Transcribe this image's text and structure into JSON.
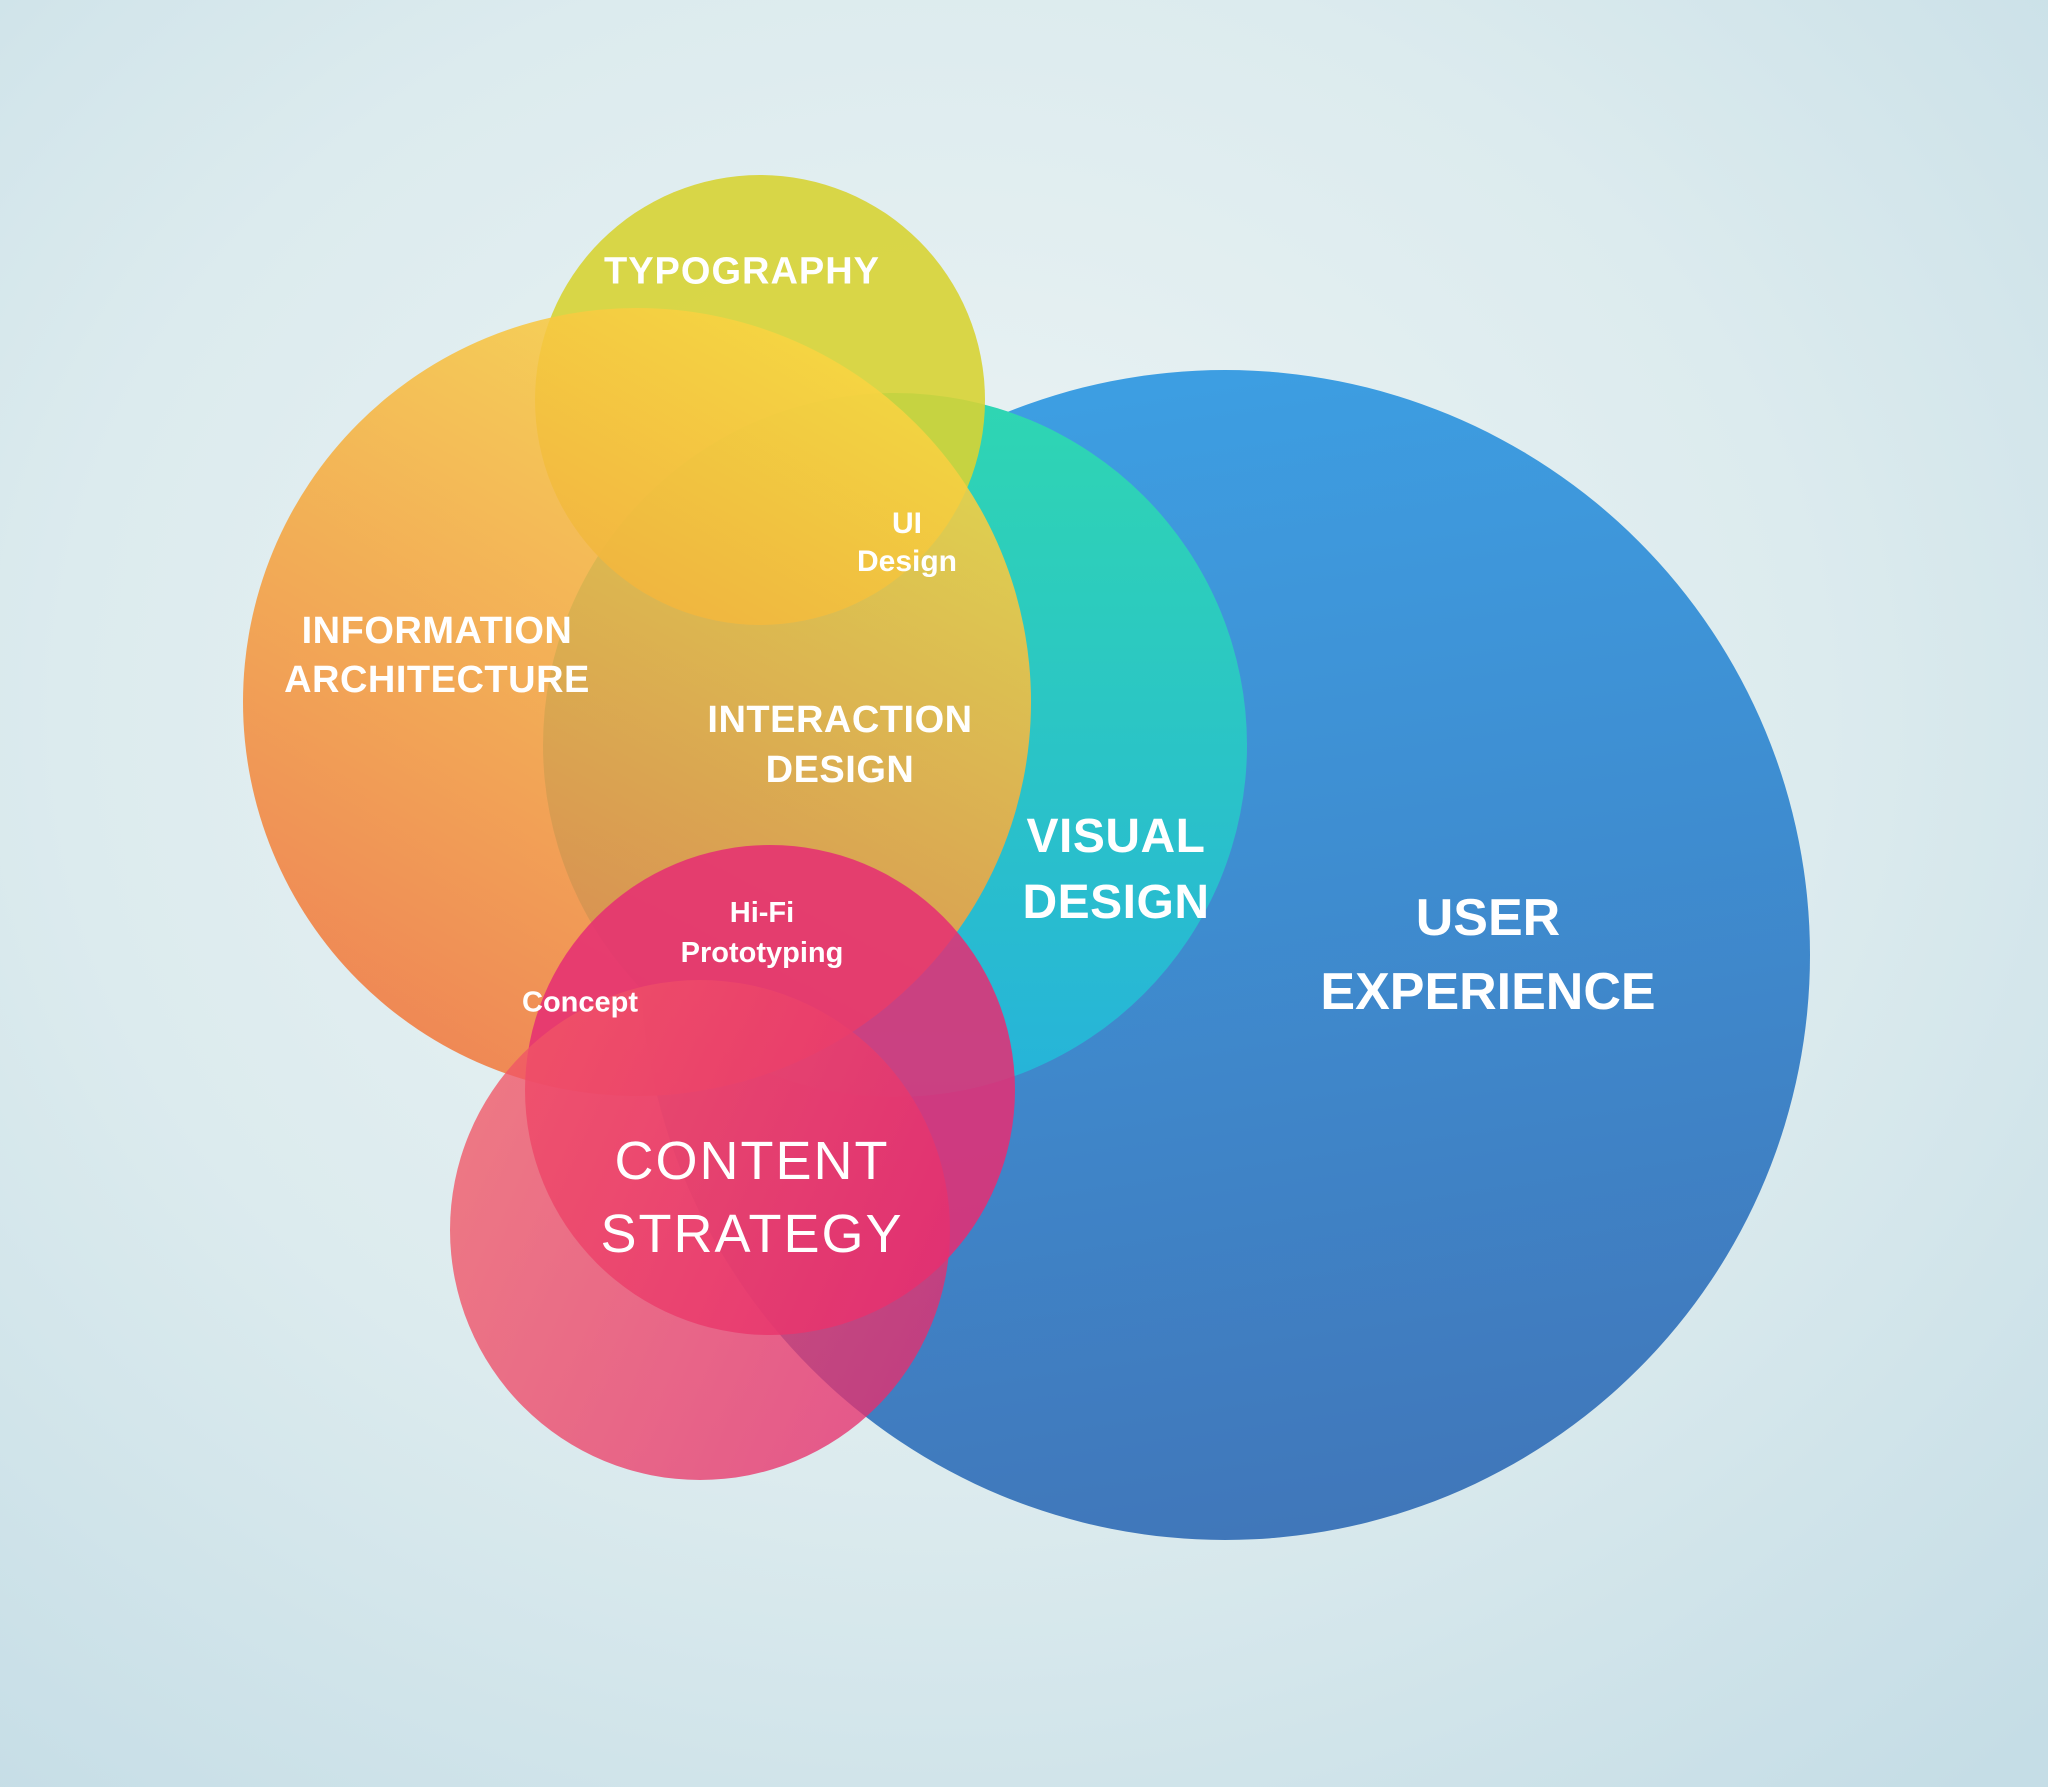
{
  "venn": {
    "text_color": "#ffffff",
    "background": {
      "center": "#edf4f5",
      "mid": "#dcebee",
      "edge": "#c5dde6"
    },
    "circles": {
      "user_experience": {
        "label_line1": "USER",
        "label_line2": "EXPERIENCE",
        "color_top": "#3d9fe3",
        "color_bottom": "#4077ba"
      },
      "visual_design": {
        "label_line1": "VISUAL",
        "label_line2": "DESIGN",
        "color_top": "#2fd6b2",
        "color_bottom": "#26b3da"
      },
      "information_architecture": {
        "label_line1": "INFORMATION",
        "label_line2": "ARCHITECTURE",
        "color_top": "#f9d441",
        "color_bottom": "#f1773e"
      },
      "typography": {
        "label": "TYPOGRAPHY",
        "color": "#d7d334"
      },
      "prototyping": {
        "color": "#e52d73"
      },
      "content_strategy": {
        "label_line1": "CONTENT",
        "label_line2": "STRATEGY",
        "color_left": "#f15666",
        "color_right": "#e62e6e"
      }
    },
    "overlap_labels": {
      "ui_design": {
        "line1": "UI",
        "line2": "Design"
      },
      "interaction_design": {
        "line1": "INTERACTION",
        "line2": "DESIGN"
      },
      "hifi_prototyping": {
        "line1": "Hi-Fi",
        "line2": "Prototyping"
      },
      "concept": "Concept"
    }
  }
}
